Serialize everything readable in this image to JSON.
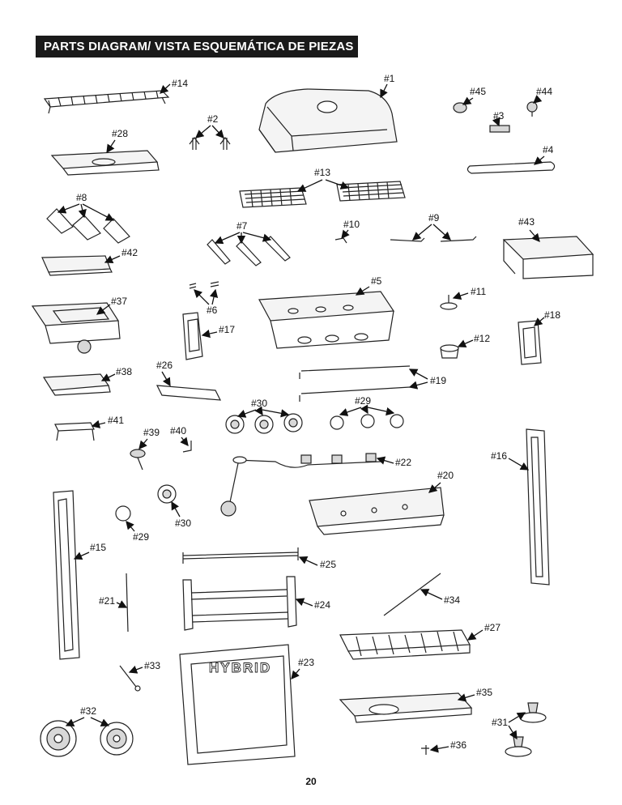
{
  "header": {
    "title": "PARTS DIAGRAM/ VISTA ESQUEMÁTICA DE PIEZAS"
  },
  "footer": {
    "page_number": "20"
  },
  "labels": {
    "p1": "#1",
    "p2": "#2",
    "p3": "#3",
    "p4": "#4",
    "p5": "#5",
    "p6": "#6",
    "p7": "#7",
    "p8": "#8",
    "p9": "#9",
    "p10": "#10",
    "p11": "#11",
    "p12": "#12",
    "p13": "#13",
    "p14": "#14",
    "p15": "#15",
    "p16": "#16",
    "p17": "#17",
    "p18": "#18",
    "p19": "#19",
    "p20": "#20",
    "p21": "#21",
    "p22": "#22",
    "p23": "#23",
    "p24": "#24",
    "p25": "#25",
    "p26": "#26",
    "p27": "#27",
    "p28": "#28",
    "p29a": "#29",
    "p29b": "#29",
    "p30a": "#30",
    "p30b": "#30",
    "p31": "#31",
    "p32": "#32",
    "p33": "#33",
    "p34": "#34",
    "p35": "#35",
    "p36": "#36",
    "p37": "#37",
    "p38": "#38",
    "p39": "#39",
    "p40": "#40",
    "p41": "#41",
    "p42": "#42",
    "p43": "#43",
    "p44": "#44",
    "p45": "#45"
  },
  "door_logo": "HYBRID"
}
